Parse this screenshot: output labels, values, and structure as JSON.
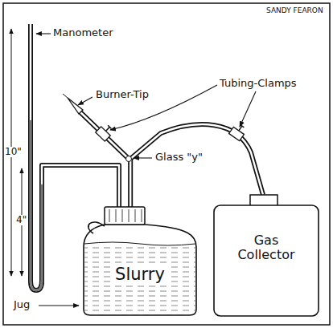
{
  "diagram": {
    "nodes": [
      {
        "text": [
          "Slurry"
        ]
      },
      {
        "text": [
          "Gas Collector"
        ]
      }
    ],
    "edges": [
      {
        "from": 0,
        "to": 1,
        "arrow": "none"
      }
    ],
    "labels": [
      "SANDY FEARON",
      "Manometer",
      "Burner-Tip",
      "Tubing-Clamps",
      "Glass \"y\"",
      "10\"",
      "4\"",
      "Jug"
    ]
  }
}
